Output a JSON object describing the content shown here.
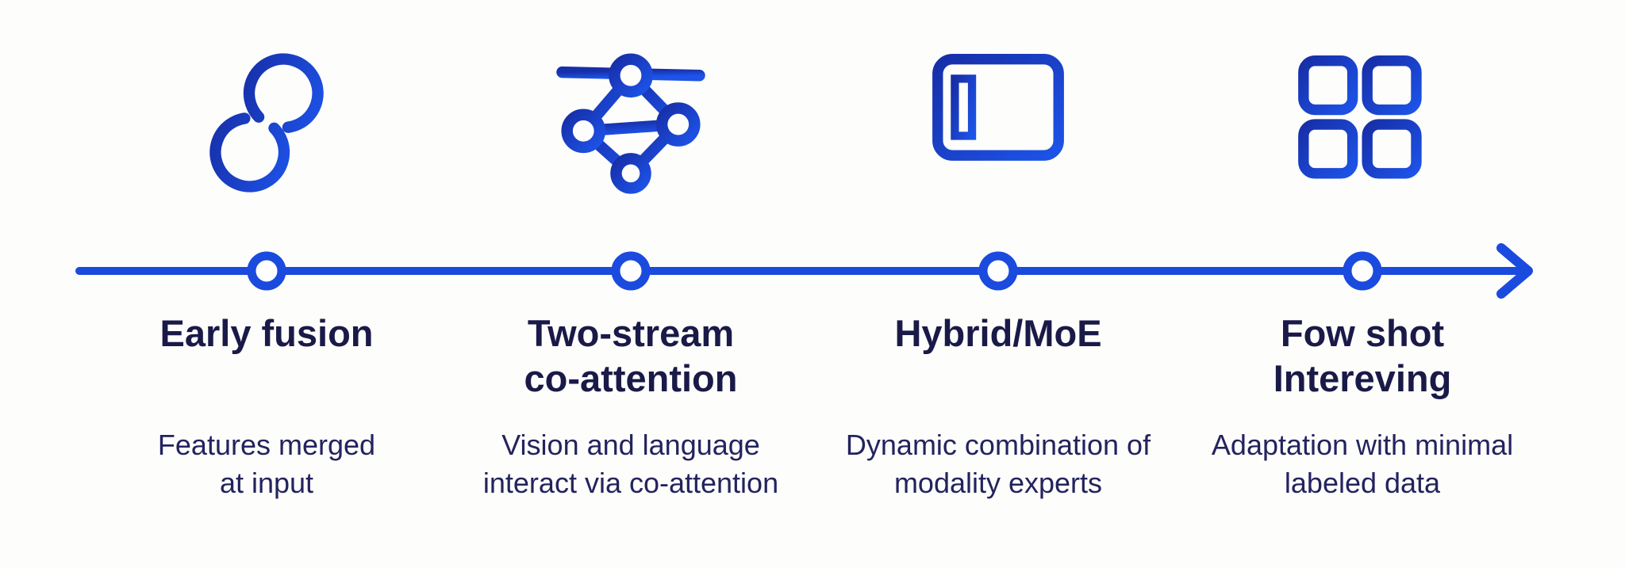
{
  "diagram": {
    "type": "horizontal-timeline",
    "background": "#fdfdfc",
    "direction": "left-to-right",
    "node_count": 4,
    "arrowhead": "right"
  },
  "colors": {
    "accent_blue": "#1a4ade",
    "icon_gradient_start": "#172fa8",
    "icon_gradient_end": "#1d53e8",
    "title_navy": "#1a1a48",
    "description_navy": "#23235e",
    "node_fill": "#fefefe"
  },
  "stages": [
    {
      "icon": "infinity-icon",
      "title": "Early fusion",
      "description": "Features merged\nat input"
    },
    {
      "icon": "network-graph-icon",
      "title": "Two-stream\nco-attention",
      "description": "Vision and language\ninteract via co-attention"
    },
    {
      "icon": "monitor-list-icon",
      "title": "Hybrid/MoE",
      "description": "Dynamic combination of\nmodality experts"
    },
    {
      "icon": "grid-icon",
      "title": "Fow shot\nIntereving",
      "description": "Adaptation with minimal\nlabeled data"
    }
  ]
}
